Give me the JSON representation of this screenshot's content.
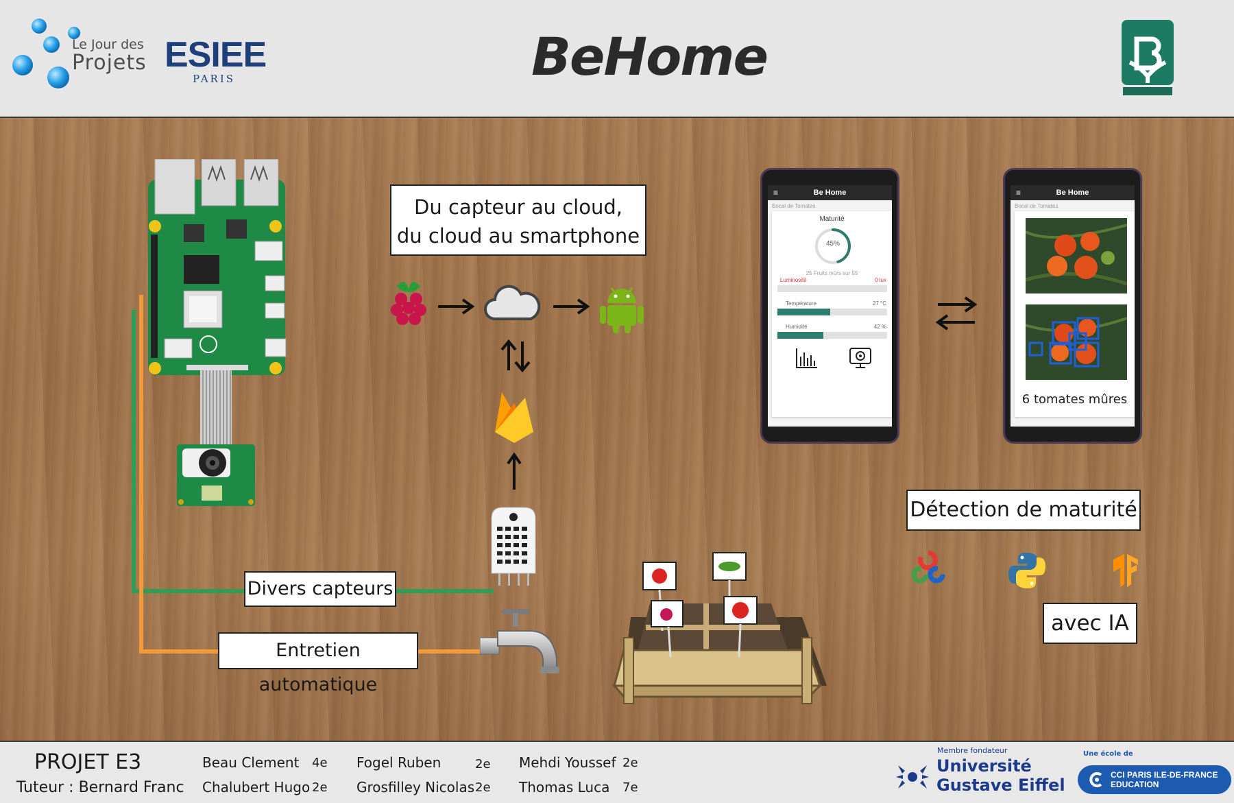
{
  "header": {
    "jour_des": "Le Jour des",
    "projets": "Projets",
    "esiee": "ESIEE",
    "esiee_city": "PARIS",
    "title": "BeHome",
    "app_logo_letter": "B"
  },
  "diagram": {
    "flow_label_line1": "Du capteur au cloud,",
    "flow_label_line2": "du cloud au smartphone",
    "sensors_label": "Divers capteurs",
    "maintenance_label": "Entretien automatique",
    "maturity_label": "Détection de maturité",
    "ai_label": "avec IA"
  },
  "phone1": {
    "app_title": "Be Home",
    "subtitle": "Bocal de Tomates",
    "section": "Maturité",
    "percent": "45%",
    "percent_value": 45,
    "fruits_text": "25 Fruits mûrs sur 55",
    "metrics": [
      {
        "label": "Luminosité",
        "value": "0 lux",
        "fill": 0,
        "alert": true
      },
      {
        "label": "Température",
        "value": "27 °C",
        "fill": 0.48,
        "alert": false
      },
      {
        "label": "Humidité",
        "value": "42 %",
        "fill": 0.42,
        "alert": false
      }
    ]
  },
  "phone2": {
    "app_title": "Be Home",
    "subtitle": "Bocal de Tomates",
    "result": "6 tomates mûres"
  },
  "footer": {
    "project": "PROJET E3",
    "tutor": "Tuteur : Bernard Franc",
    "members": [
      {
        "name": "Beau Clement",
        "year": "4e"
      },
      {
        "name": "Chalubert Hugo",
        "year": "2e"
      },
      {
        "name": "Fogel Ruben",
        "year": "2e"
      },
      {
        "name": "Grosfilley Nicolas",
        "year": "2e"
      },
      {
        "name": "Mehdi Youssef",
        "year": "2e"
      },
      {
        "name": "Thomas Luca",
        "year": "7e"
      }
    ],
    "uge_caption": "Membre fondateur",
    "uge_line1": "Université",
    "uge_line2": "Gustave Eiffel",
    "cci_caption": "Une école de",
    "cci_line1": "CCI PARIS ILE-DE-FRANCE",
    "cci_line2": "EDUCATION"
  },
  "colors": {
    "wire_green": "#2e9e57",
    "wire_orange": "#f29a3a",
    "pcb_green": "#1f8a45",
    "esiee_blue": "#1e3f7a",
    "app_teal": "#1d7a63",
    "uge_blue": "#1b3a8a",
    "cci_blue": "#1c5bb0"
  },
  "icons": [
    "raspberry-pi-icon",
    "cloud-icon",
    "android-icon",
    "firebase-icon",
    "dht-sensor-icon",
    "faucet-icon",
    "garden-box-icon",
    "opencv-icon",
    "python-icon",
    "tensorflow-icon"
  ]
}
